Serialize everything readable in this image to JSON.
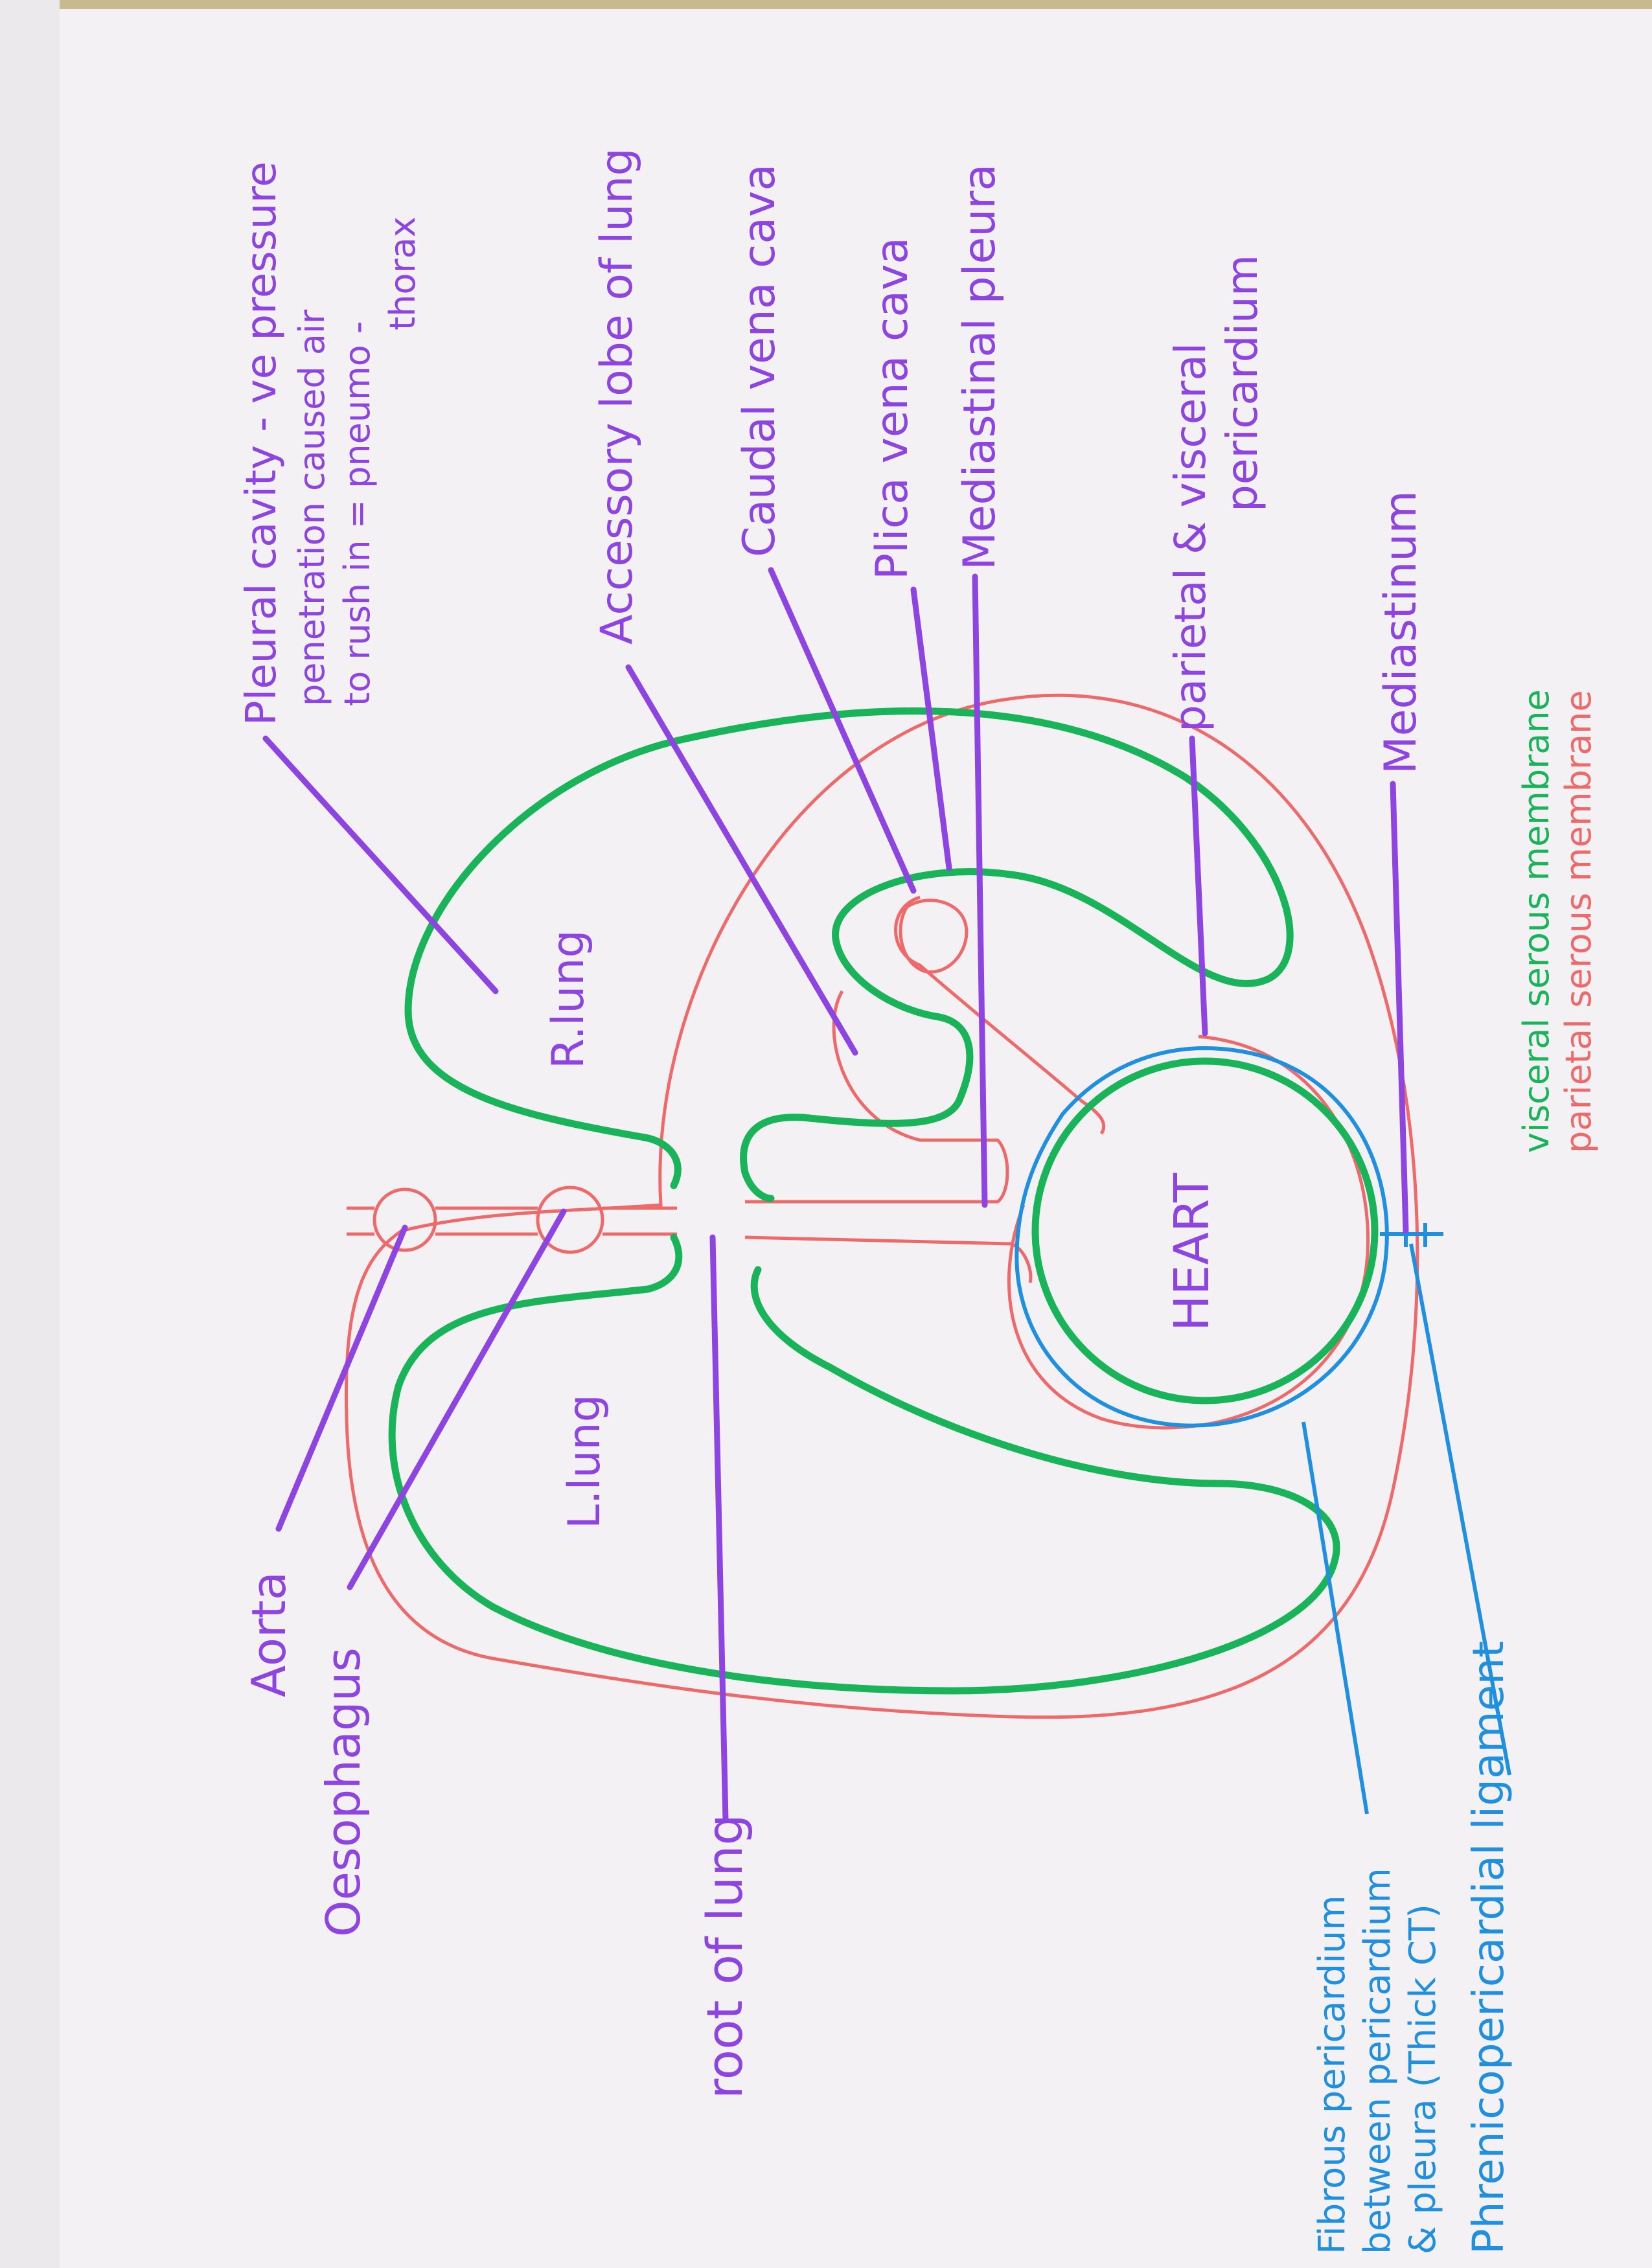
{
  "labels": {
    "pleural_cavity_line1": "Pleural cavity - ve pressure",
    "pleural_cavity_line2": "penetration caused air",
    "pleural_cavity_line3": "to rush in = pneumo -",
    "pleural_cavity_line4": "thorax",
    "accessory_lobe": "Accessory lobe of lung",
    "caudal_vena_cava": "Caudal vena cava",
    "plica_vena_cava": "Plica vena cava",
    "mediastinal_pleura": "Mediastinal pleura",
    "parietal_visceral_pericardium_line1": "parietal & visceral",
    "parietal_visceral_pericardium_line2": "pericardium",
    "mediastinum": "Mediastinum",
    "r_lung": "R.lung",
    "l_lung": "L.lung",
    "heart": "HEART",
    "aorta": "Aorta",
    "oesophagus": "Oesophagus",
    "root_of_lung": "root of lung",
    "fibrous_pericardium_line1": "Fibrous pericardium",
    "fibrous_pericardium_line2": "between pericardium",
    "fibrous_pericardium_line3": "& pleura (Thick CT)",
    "phrenicopericardial_ligament": "Phrenicopericardial ligament"
  },
  "legend": {
    "visceral": "visceral serous membrane",
    "parietal": "parietal serous membrane"
  },
  "colors": {
    "label_purple": "#8e44e0",
    "visceral_green": "#19b45a",
    "parietal_red": "#ee6a6a",
    "fibrous_blue": "#1f8fe0"
  }
}
